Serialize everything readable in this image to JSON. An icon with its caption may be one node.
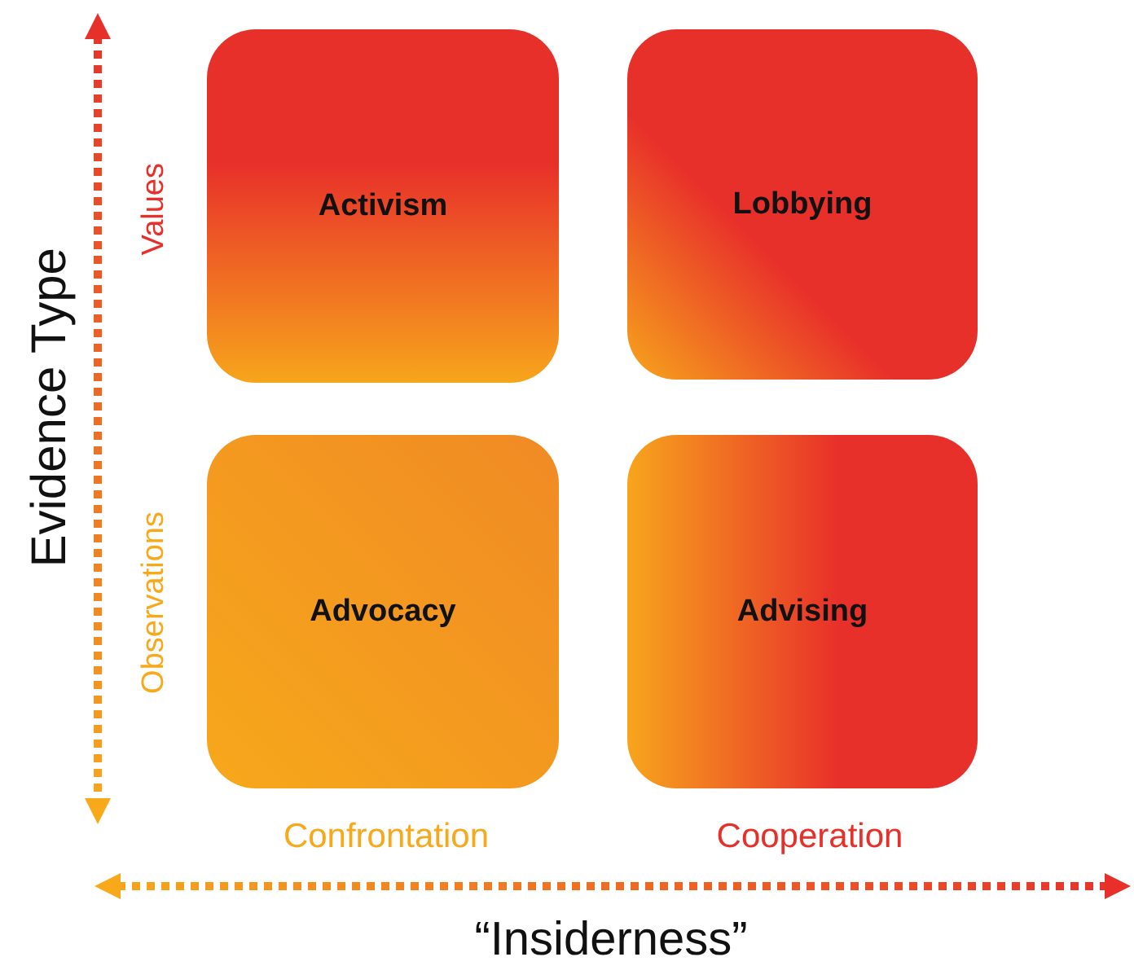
{
  "diagram": {
    "nodes": [
      {
        "text": [
          "Activism"
        ]
      },
      {
        "text": [
          "Lobbying"
        ]
      },
      {
        "text": [
          "Advocacy"
        ]
      },
      {
        "text": [
          "Advising"
        ]
      }
    ],
    "labels": [
      "Evidence Type",
      "Values",
      "Observations",
      "Confrontation",
      "Cooperation",
      "“Insiderness”"
    ]
  }
}
